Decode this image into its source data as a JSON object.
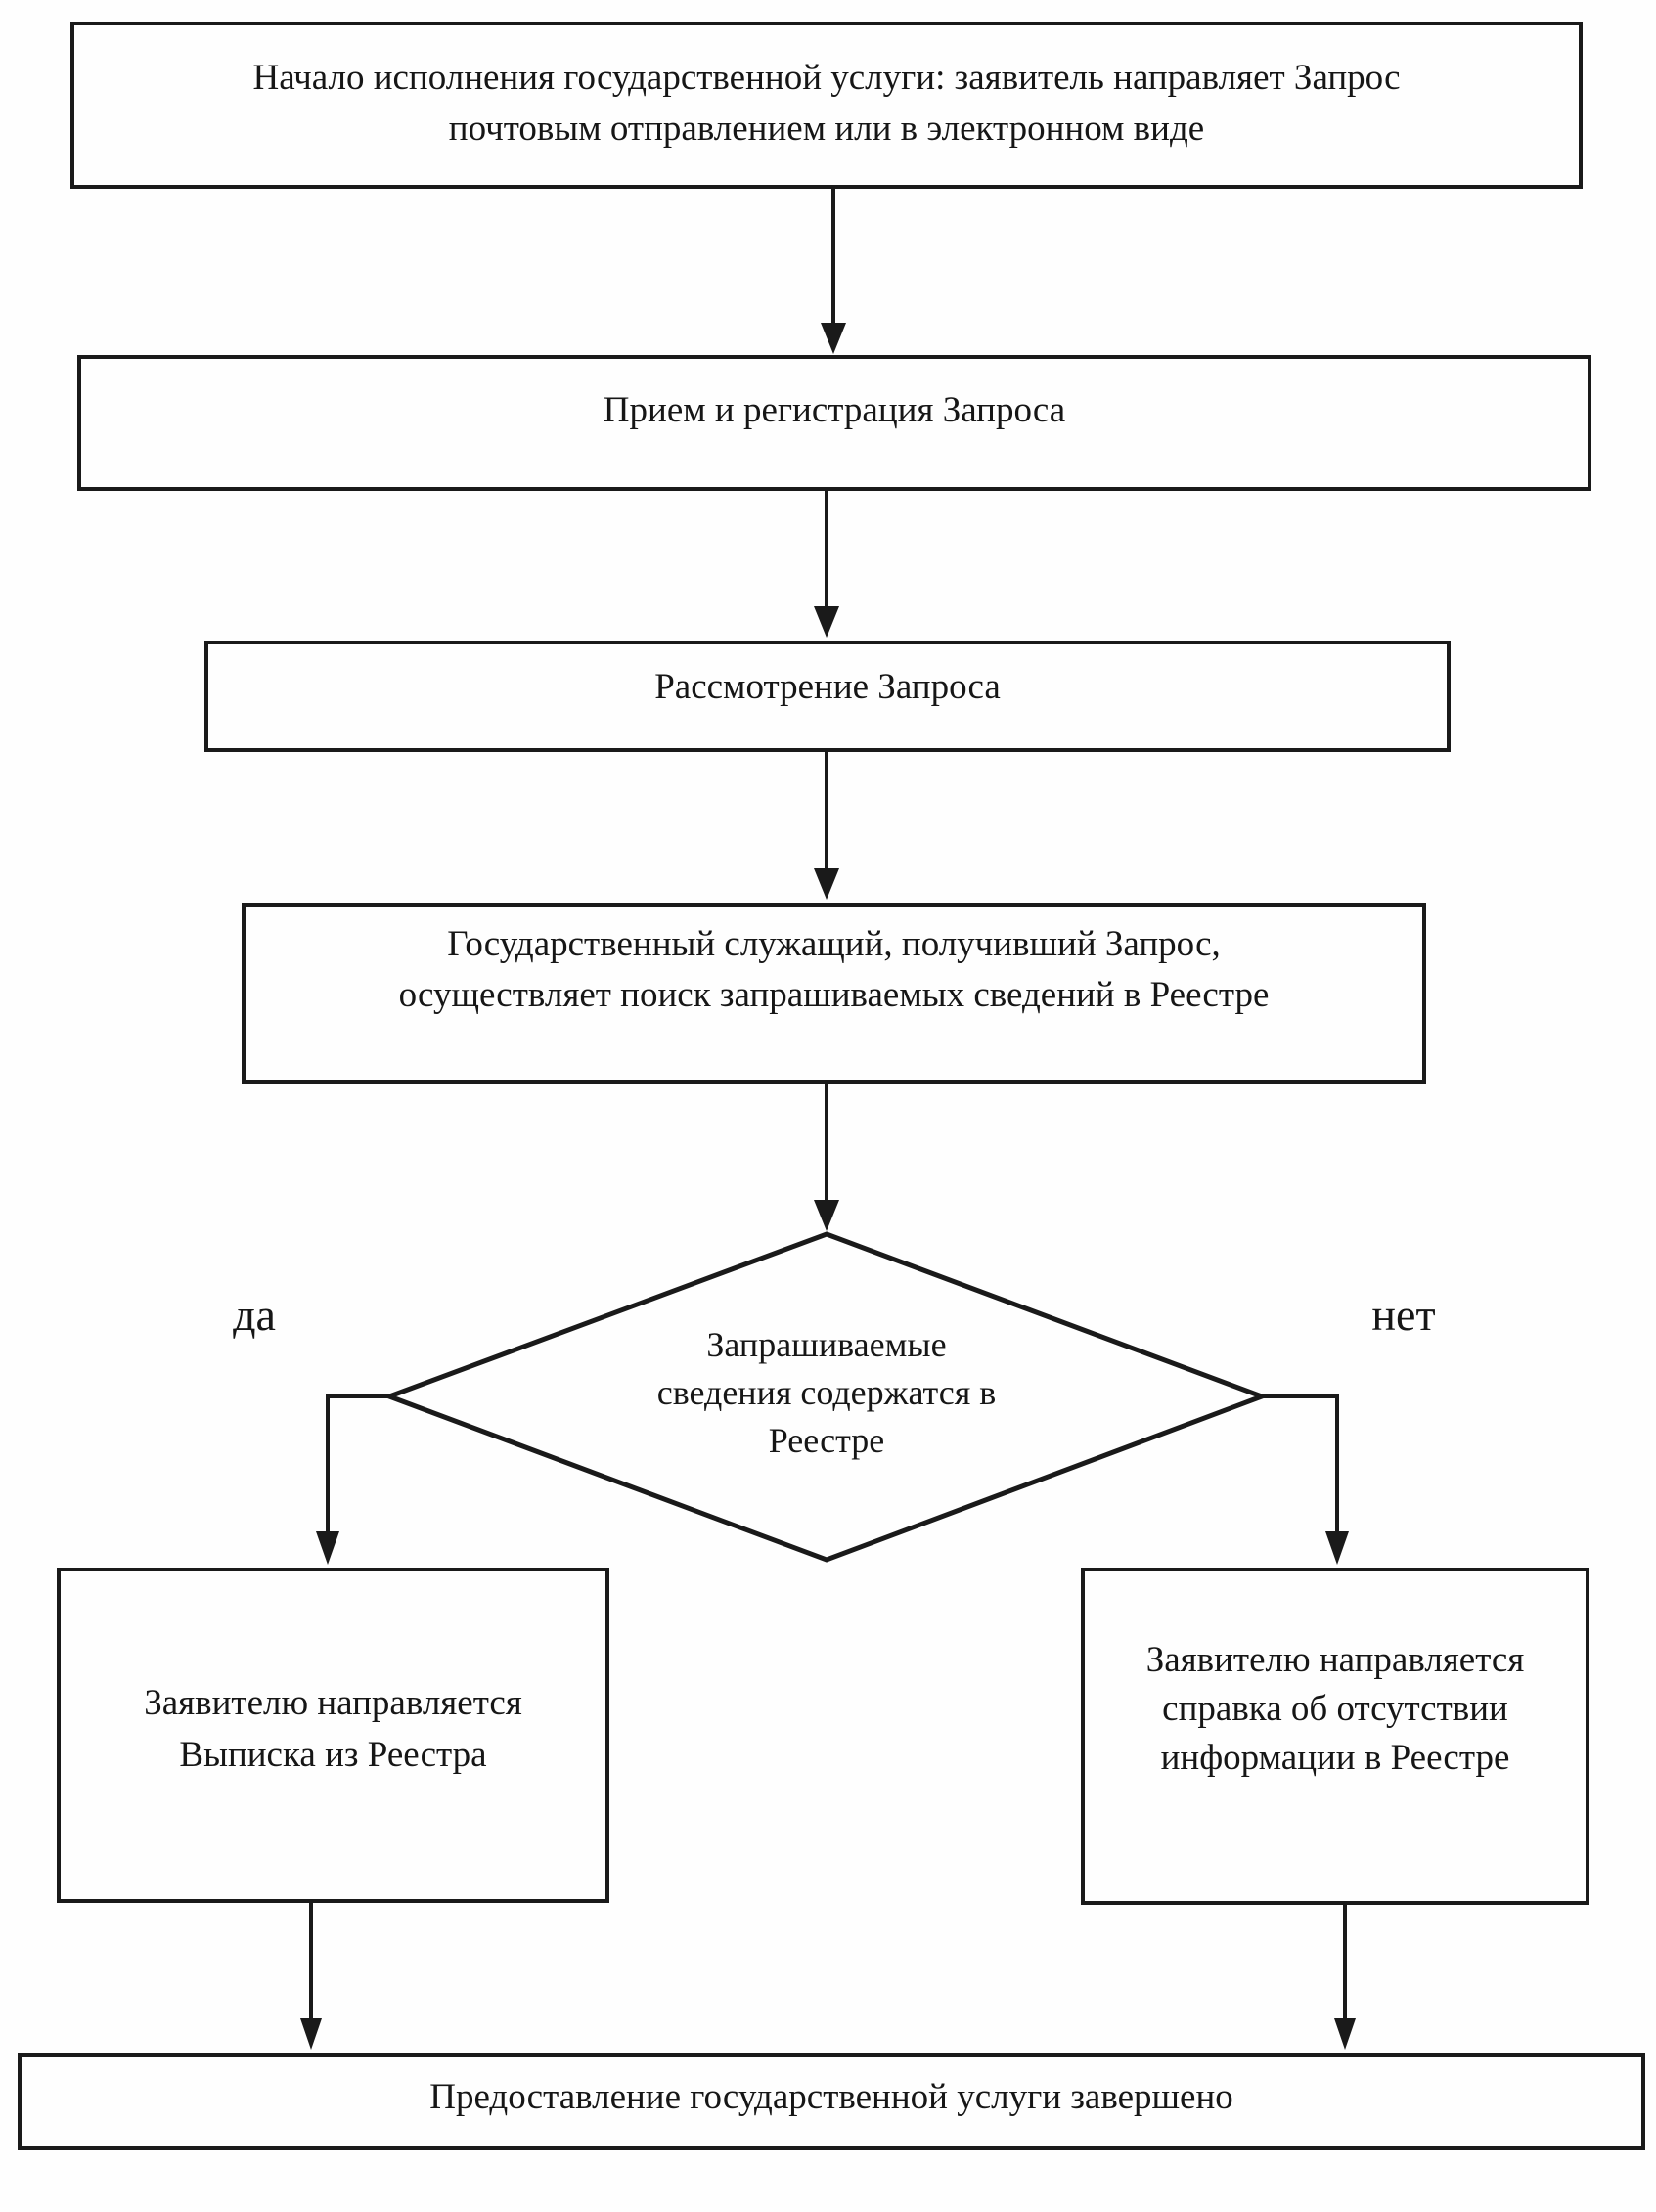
{
  "page": {
    "background": "#fefefe",
    "ink": "#1a1a1a"
  },
  "flowchart": {
    "start": "Начало исполнения государственной услуги: заявитель направляет Запрос\nпочтовым отправлением или в электронном виде",
    "reception": "Прием и регистрация Запроса",
    "review": "Рассмотрение Запроса",
    "search": "Государственный служащий, получивший Запрос,\nосуществляет поиск запрашиваемых сведений в Реестре",
    "decision": "Запрашиваемые\nсведения содержатся в\nРеестре",
    "yes_label": "да",
    "no_label": "нет",
    "yes_branch": "Заявителю направляется\nВыписка из Реестра",
    "no_branch": "Заявителю направляется\nсправка об отсутствии\nинформации в Реестре",
    "end": "Предоставление государственной услуги завершено"
  }
}
